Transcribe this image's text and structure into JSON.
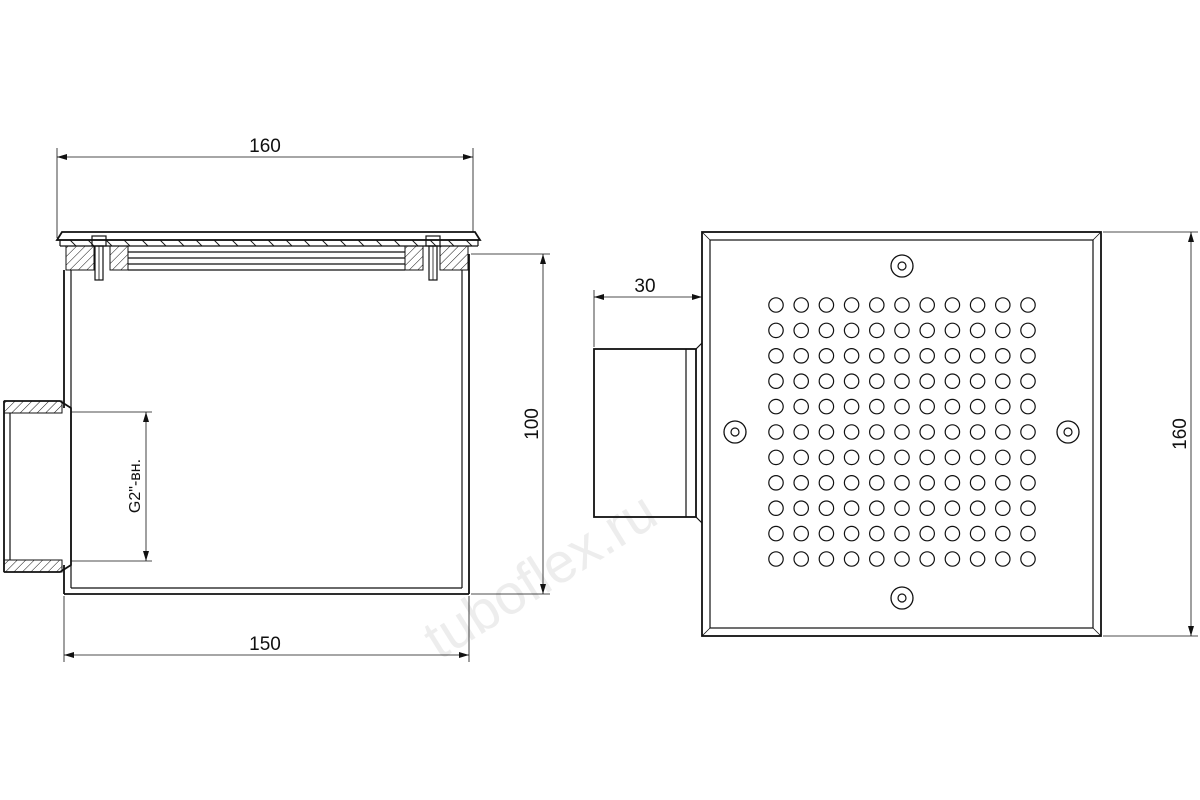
{
  "side_view": {
    "dim_top_width": "160",
    "dim_bottom_width": "150",
    "dim_height": "100",
    "thread_label": "G2\"-вн."
  },
  "top_view": {
    "dim_outlet_length": "30",
    "dim_size": "160"
  },
  "grate": {
    "hole_rows": 11,
    "hole_cols": 11
  },
  "watermark": "tuboflex.ru"
}
